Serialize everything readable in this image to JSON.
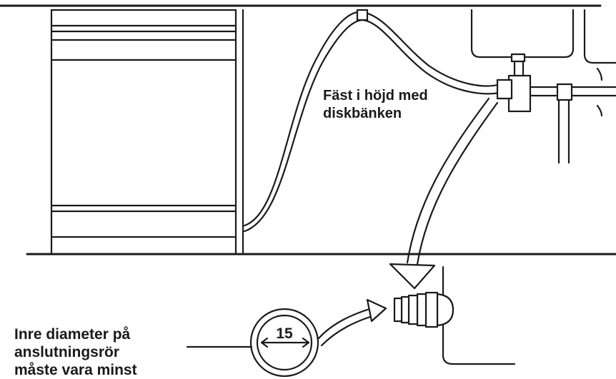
{
  "labels": {
    "hose_fixing": [
      "Fäst i höjd med",
      "diskbänken"
    ],
    "inner_diameter": [
      "Inre diameter på",
      "anslutningsrör",
      "måste vara minst"
    ],
    "diameter_value": "15"
  }
}
